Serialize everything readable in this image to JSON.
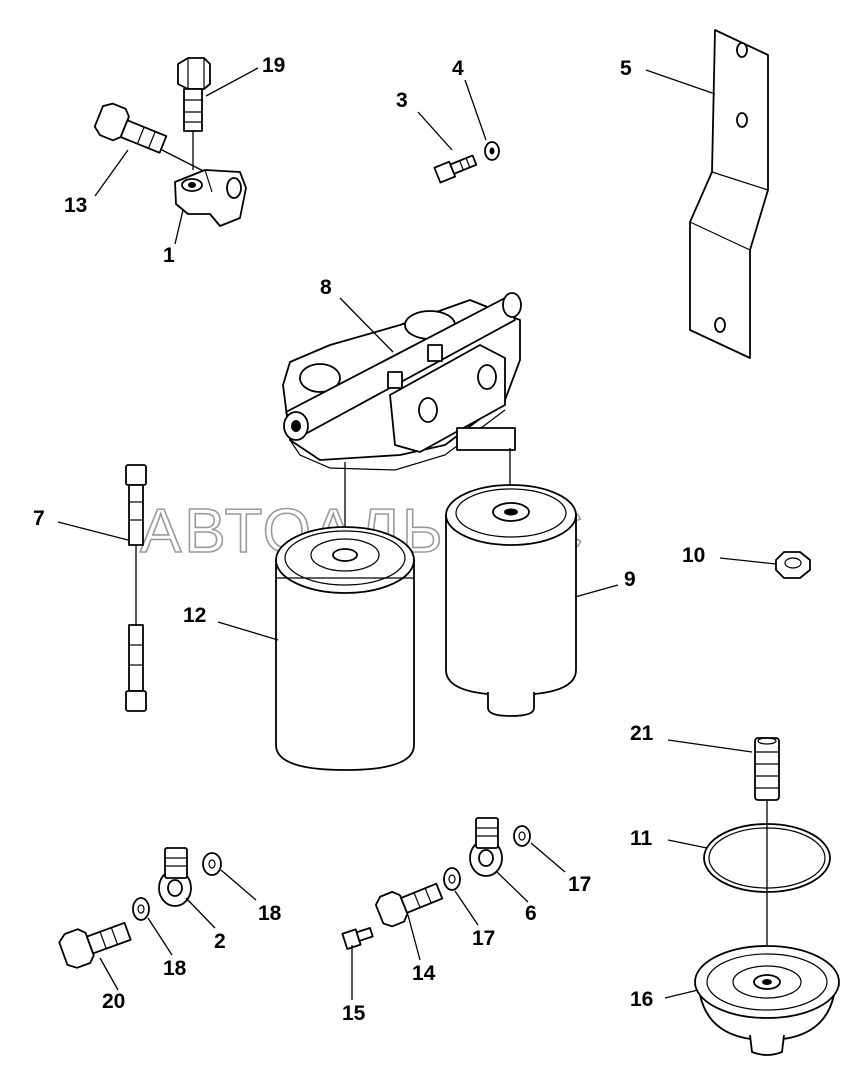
{
  "watermark": "АВТОАЛЬЯНС",
  "labels": {
    "l1": "1",
    "l2": "2",
    "l3": "3",
    "l4": "4",
    "l5": "5",
    "l6": "6",
    "l7": "7",
    "l8": "8",
    "l9": "9",
    "l10": "10",
    "l11": "11",
    "l12": "12",
    "l13": "13",
    "l14": "14",
    "l15": "15",
    "l16": "16",
    "l17a": "17",
    "l17b": "17",
    "l18a": "18",
    "l18b": "18",
    "l19": "19",
    "l20": "20",
    "l21": "21"
  },
  "icons": {
    "bracket": "bracket-part-icon",
    "bolt": "bolt-icon",
    "washer": "washer-icon",
    "strap": "strap-bracket-icon",
    "filter_head": "filter-head-icon",
    "filter": "filter-cartridge-icon",
    "nut": "nut-icon",
    "oring": "o-ring-icon",
    "bowl": "water-bowl-icon",
    "fitting": "banjo-fitting-icon"
  }
}
